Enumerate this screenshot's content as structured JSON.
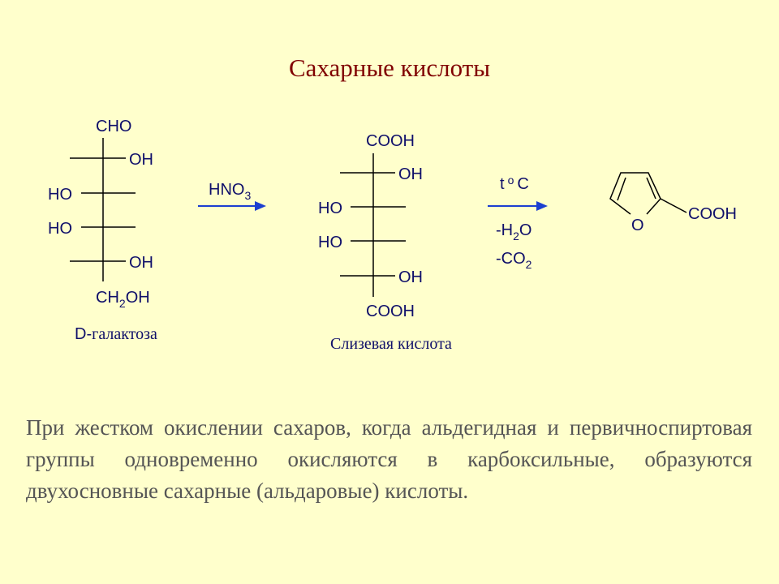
{
  "title": "Сахарные кислоты",
  "galactose": {
    "top": "CHO",
    "r1_right": "OH",
    "r2_left": "HO",
    "r3_left": "HO",
    "r4_right": "OH",
    "bottom_ch": "CH",
    "bottom_sub": "2",
    "bottom_oh": "OH",
    "caption_d": "D-",
    "caption_name": "галактоза"
  },
  "reagent1": {
    "main": "HNO",
    "sub": "3"
  },
  "mucic_acid": {
    "top": "COOH",
    "r1_right": "OH",
    "r2_left": "HO",
    "r3_left": "HO",
    "r4_right": "OH",
    "bottom": "COOH",
    "caption": "Слизевая кислота"
  },
  "conditions": {
    "t": "t",
    "deg": "o",
    "c": "C",
    "water_pre": "-H",
    "water_sub": "2",
    "water_post": "O",
    "co2_pre": "-CO",
    "co2_sub": "2"
  },
  "furoic_acid": {
    "ring_o": "O",
    "group": "COOH"
  },
  "paragraph": "При жестком окислении сахаров, когда альдегидная и первичноспиртовая группы одновременно окисляются в карбоксильные, образуются двухосновные сахарные (альдаровые) кислоты."
}
